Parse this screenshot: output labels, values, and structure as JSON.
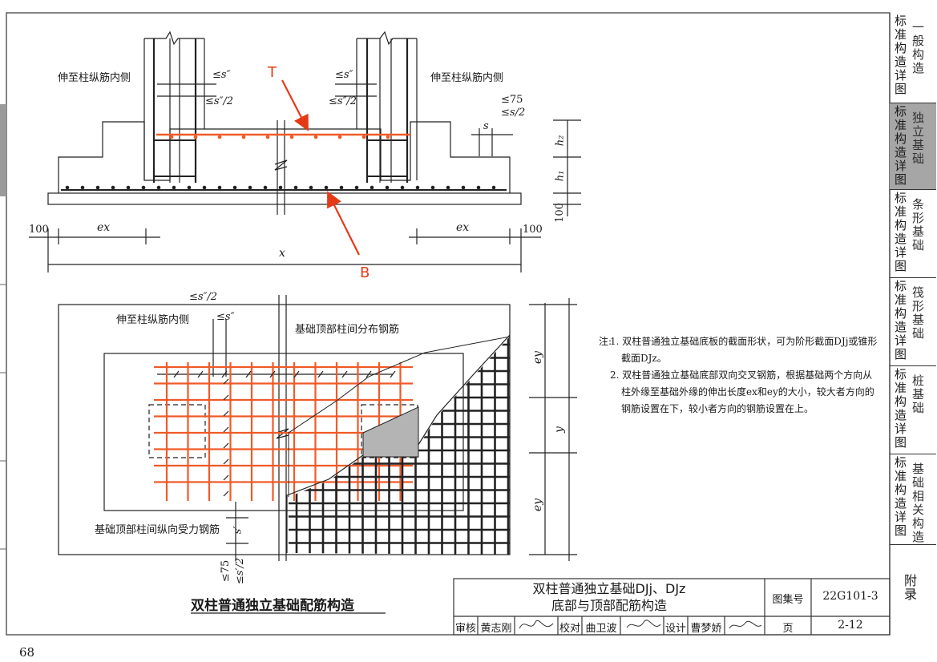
{
  "annotations": {
    "marker_t": "T",
    "marker_b": "B"
  },
  "section": {
    "left_note": "伸至柱纵筋内侧",
    "right_note": "伸至柱纵筋内侧",
    "s_dbl_left": "≤s″",
    "s_dbl_half_left": "≤s″/2",
    "s_dbl_right": "≤s″",
    "s_dbl_half_right": "≤s″/2",
    "le75": "≤75",
    "le_s_half": "≤s/2",
    "s": "s",
    "h2": "h₂",
    "h1": "h₁",
    "dim_100_vertical": "100",
    "dim_100_left": "100",
    "dim_100_right": "100",
    "ex_left": "ex",
    "ex_right": "ex",
    "x": "x"
  },
  "plan": {
    "s_dbl_half_top": "≤s″/2",
    "column_note": "伸至柱纵筋内侧",
    "s_dbl": "≤s″",
    "top_dist_label": "基础顶部柱间分布钢筋",
    "top_main_label": "基础顶部柱间纵向受力钢筋",
    "s_prime": "s′",
    "le75": "≤75",
    "le_s_half": "≤s′/2",
    "ey_top": "ey",
    "y": "y",
    "ey_bottom": "ey"
  },
  "notes": {
    "label": "注:",
    "items": [
      "1. 双柱普通独立基础底板的截面形状，可为阶形截面DJj或锥形截面DJz。",
      "2. 双柱普通独立基础底部双向交叉钢筋，根据基础两个方向从柱外缘至基础外缘的伸出长度ex和ey的大小，较大者方向的钢筋设置在下，较小者方向的钢筋设置在上。"
    ]
  },
  "figure_caption": "双柱普通独立基础配筋构造",
  "title_block": {
    "title_line1": "双柱普通独立基础DJj、DJz",
    "title_line2": "底部与顶部配筋构造",
    "atlas_label": "图集号",
    "atlas_no": "22G101-3",
    "review_label": "审核",
    "reviewer": "黄志刚",
    "check_label": "校对",
    "checker": "曲卫波",
    "design_label": "设计",
    "designer": "曹梦娇",
    "page_label": "页",
    "page_no": "2-12"
  },
  "side_tabs": [
    {
      "col1": "标准构造详图",
      "col2": "一般构造"
    },
    {
      "col1": "标准构造详图",
      "col2": "独立基础"
    },
    {
      "col1": "标准构造详图",
      "col2": "条形基础"
    },
    {
      "col1": "标准构造详图",
      "col2": "筏形基础"
    },
    {
      "col1": "标准构造详图",
      "col2": "桩基础"
    },
    {
      "col1": "标准构造详图",
      "col2": "基础相关构造"
    },
    {
      "col1": "附录",
      "col2": ""
    }
  ],
  "page_number": "68",
  "colors": {
    "rebar_red": "#f05a28",
    "arrow_red": "#e53a16",
    "tab_active": "#a6a6a6",
    "line": "#222222"
  }
}
